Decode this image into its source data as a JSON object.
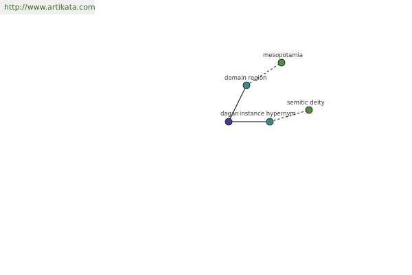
{
  "watermark": {
    "url": "http://www.artikata.com"
  },
  "graph": {
    "nodes": [
      {
        "id": "dagan",
        "label": "dagan",
        "color": "#3b3f8c"
      },
      {
        "id": "domain_region",
        "label": "domain region",
        "color": "#3a8a86"
      },
      {
        "id": "instance_hypernym",
        "label": "instance hypernym",
        "color": "#3a8a86"
      },
      {
        "id": "mesopotamia",
        "label": "mesopotamia",
        "color": "#4f8f3c"
      },
      {
        "id": "semitic_deity",
        "label": "semitic deity",
        "color": "#4f8f3c"
      }
    ],
    "edges": [
      {
        "from": "dagan",
        "to": "domain_region",
        "style": "solid"
      },
      {
        "from": "dagan",
        "to": "instance_hypernym",
        "style": "solid"
      },
      {
        "from": "domain_region",
        "to": "mesopotamia",
        "style": "dashed"
      },
      {
        "from": "instance_hypernym",
        "to": "semitic_deity",
        "style": "dashed"
      }
    ]
  }
}
